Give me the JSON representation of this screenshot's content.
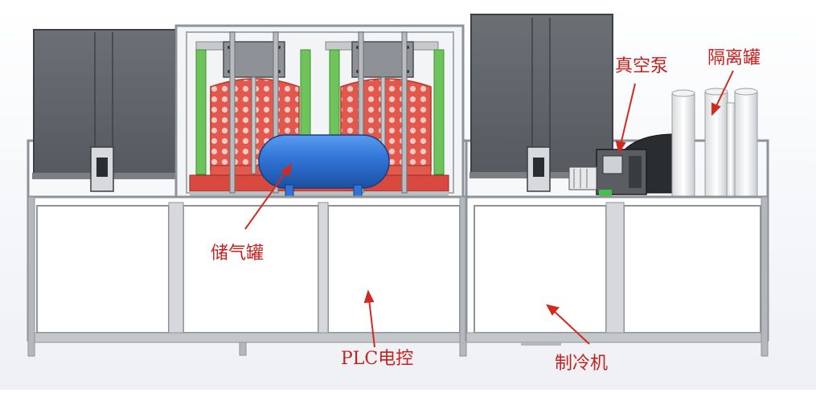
{
  "labels": {
    "vacuum_pump": "真空泵",
    "isolation_tank": "隔离罐",
    "gas_tank": "储气罐",
    "plc_control": "PLC电控",
    "refrigerator": "制冷机"
  },
  "colors": {
    "frame": "#9aa0a6",
    "panel": "#ffffff",
    "cabinet": "#5f6469",
    "basket": "#e05a4e",
    "green_post": "#6cc45a",
    "gas_tank": "#2f74d6",
    "label": "#c8201e"
  }
}
